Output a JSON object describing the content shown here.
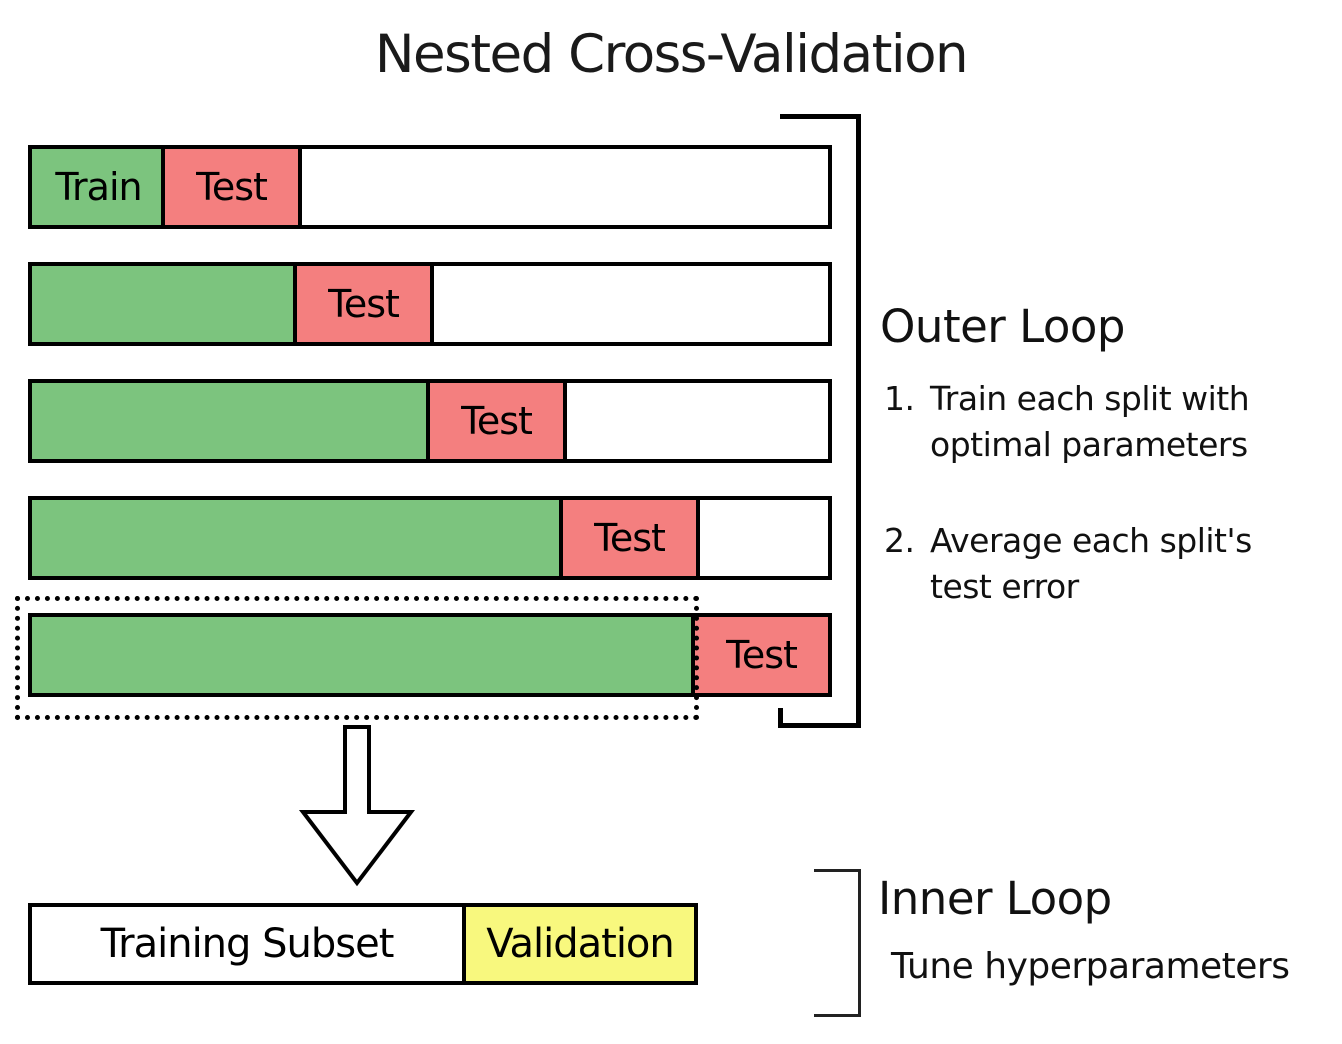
{
  "title": "Nested Cross-Validation",
  "colors": {
    "train_green": "#7cc47e",
    "test_red": "#f47f7f",
    "validation_yellow": "#f8f87e",
    "outline": "#000000"
  },
  "outer_splits": {
    "rows": [
      {
        "fold": 1,
        "train_label": "Train",
        "test_label": "Test"
      },
      {
        "fold": 2,
        "train_label": "",
        "test_label": "Test"
      },
      {
        "fold": 3,
        "train_label": "",
        "test_label": "Test"
      },
      {
        "fold": 4,
        "train_label": "",
        "test_label": "Test"
      },
      {
        "fold": 5,
        "train_label": "",
        "test_label": "Test"
      }
    ]
  },
  "outer_loop": {
    "heading": "Outer Loop",
    "items": [
      {
        "number": "1.",
        "line1": "Train each split with",
        "line2": "optimal parameters"
      },
      {
        "number": "2.",
        "line1": "Average each split's",
        "line2": "test error"
      }
    ]
  },
  "inner_loop": {
    "heading": "Inner Loop",
    "subtext": "Tune hyperparameters"
  },
  "inner_split": {
    "train_label": "Training Subset",
    "validation_label": "Validation"
  }
}
